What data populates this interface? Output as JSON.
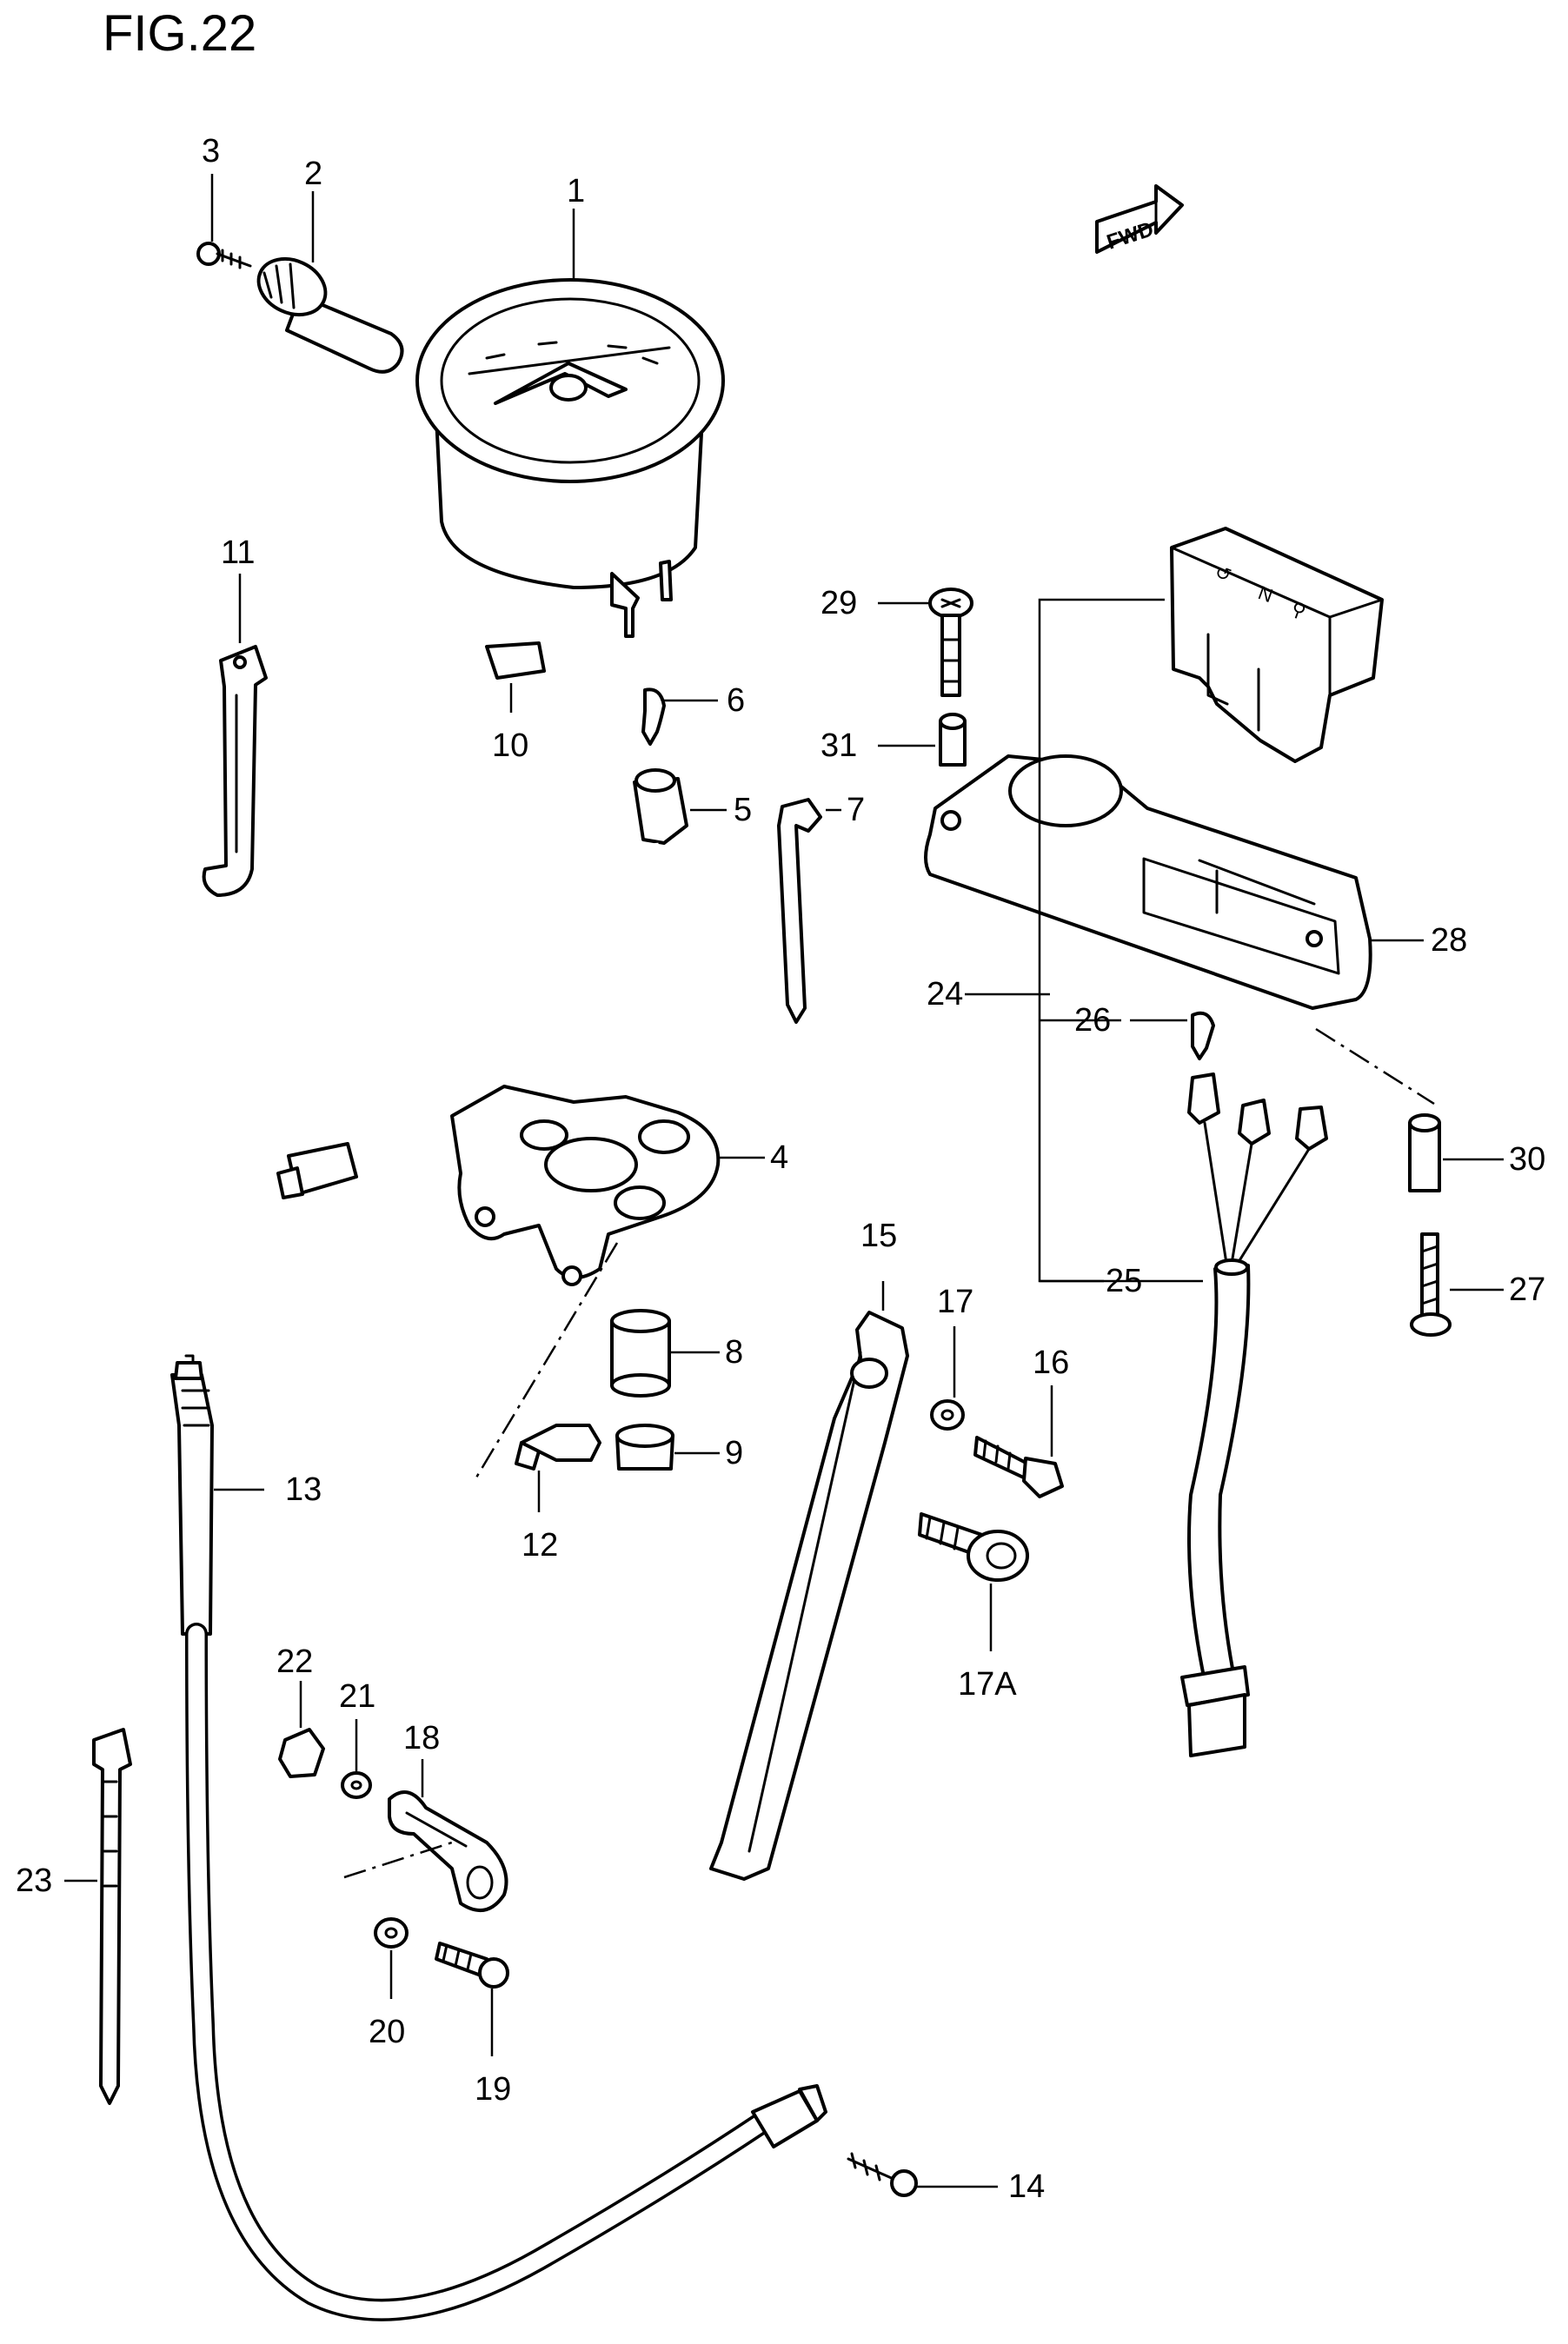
{
  "figure": {
    "title": "FIG.22"
  },
  "fwd_label": "FWD",
  "indicator_marks": [
    "↺",
    "N",
    "⚲"
  ],
  "callouts": {
    "c1": "1",
    "c2": "2",
    "c3": "3",
    "c4": "4",
    "c5": "5",
    "c6": "6",
    "c7": "7",
    "c8": "8",
    "c9": "9",
    "c10": "10",
    "c11": "11",
    "c12": "12",
    "c13": "13",
    "c14": "14",
    "c15": "15",
    "c16": "16",
    "c17": "17",
    "c17a": "17A",
    "c18": "18",
    "c19": "19",
    "c20": "20",
    "c21": "21",
    "c22": "22",
    "c23": "23",
    "c24": "24",
    "c25": "25",
    "c26": "26",
    "c27": "27",
    "c28": "28",
    "c29": "29",
    "c30": "30",
    "c31": "31"
  },
  "icons": {
    "fwd_arrow": "fwd-arrow-icon"
  }
}
